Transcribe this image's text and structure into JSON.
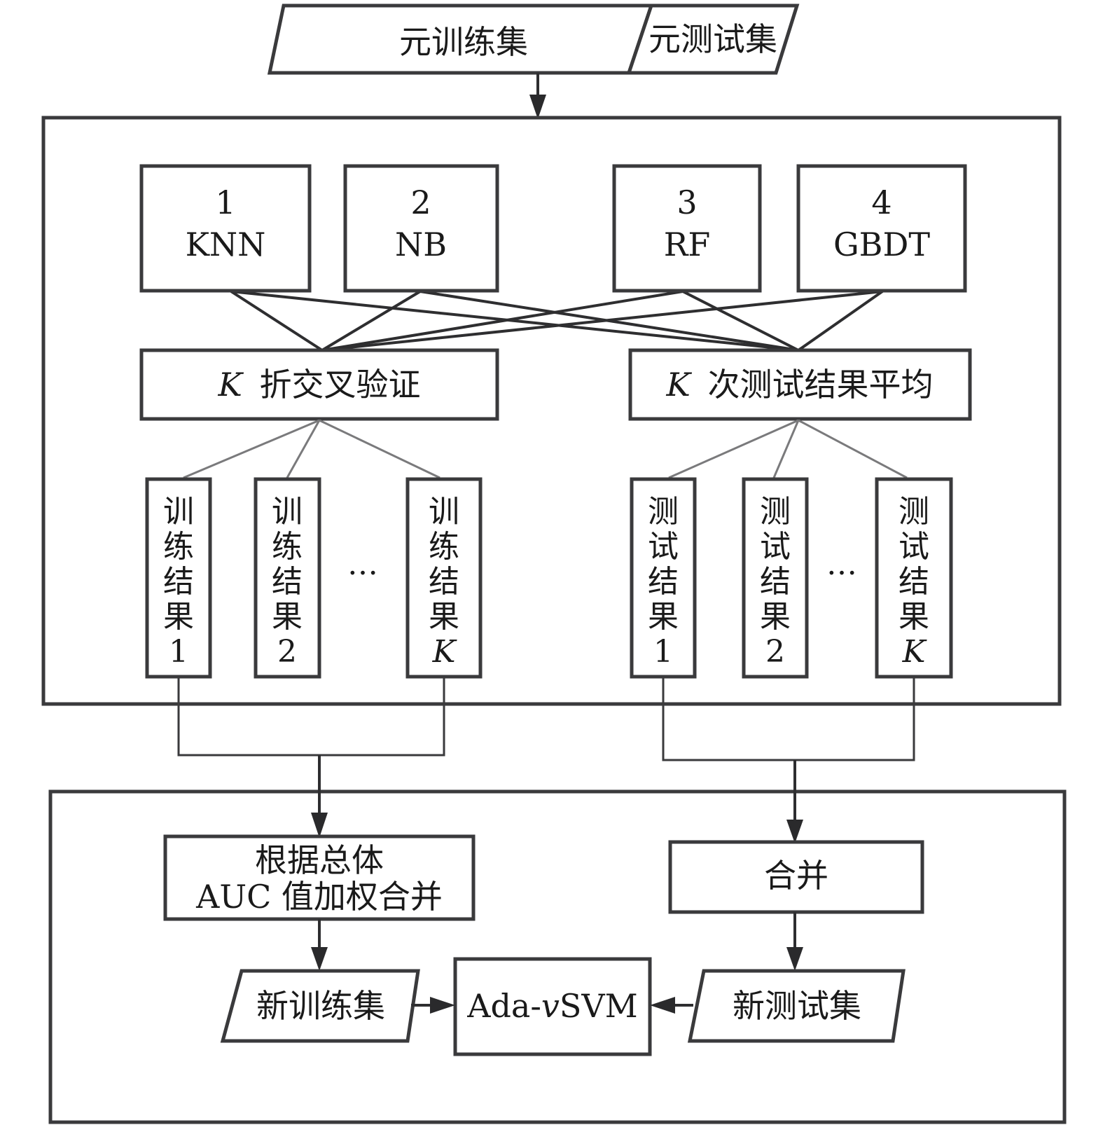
{
  "inputs": {
    "meta_train": "元训练集",
    "meta_test": "元测试集"
  },
  "models": [
    {
      "index": "1",
      "name": "KNN"
    },
    {
      "index": "2",
      "name": "NB"
    },
    {
      "index": "3",
      "name": "RF"
    },
    {
      "index": "4",
      "name": "GBDT"
    }
  ],
  "stages": {
    "kfold_var": "K",
    "kfold_label": "折交叉验证",
    "kavg_var": "K",
    "kavg_label": "次测试结果平均"
  },
  "train_results": [
    {
      "chars": [
        "训",
        "练",
        "结",
        "果"
      ],
      "suffix": "1",
      "suffix_italic": false
    },
    {
      "chars": [
        "训",
        "练",
        "结",
        "果"
      ],
      "suffix": "2",
      "suffix_italic": false
    },
    {
      "chars": [
        "训",
        "练",
        "结",
        "果"
      ],
      "suffix": "K",
      "suffix_italic": true
    }
  ],
  "test_results": [
    {
      "chars": [
        "测",
        "试",
        "结",
        "果"
      ],
      "suffix": "1",
      "suffix_italic": false
    },
    {
      "chars": [
        "测",
        "试",
        "结",
        "果"
      ],
      "suffix": "2",
      "suffix_italic": false
    },
    {
      "chars": [
        "测",
        "试",
        "结",
        "果"
      ],
      "suffix": "K",
      "suffix_italic": true
    }
  ],
  "ellipsis": "…",
  "merge": {
    "auc_line1": "根据总体",
    "auc_line2": "AUC 值加权合并",
    "plain": "合并"
  },
  "outputs": {
    "new_train": "新训练集",
    "new_test": "新测试集",
    "svm_prefix": "Ada-",
    "svm_nu": "v",
    "svm_suffix": "SVM"
  }
}
